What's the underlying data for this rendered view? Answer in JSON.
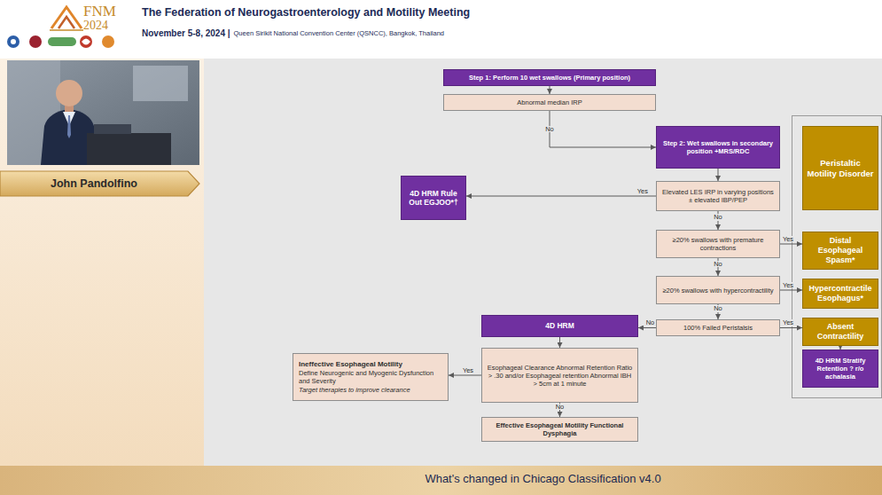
{
  "diagram": {
    "title": "The Federation of Neurogastroenterology and Motility Meeting",
    "caption": "What's changed in Chicago Classification v4.0",
    "nodes": [
      {
        "text": [
          "John Pandolfino"
        ]
      },
      {
        "text": [
          "Step 1: Perform 10 wet swallows (Primary position)"
        ]
      },
      {
        "text": [
          "Abnormal median IRP"
        ]
      },
      {
        "text": [
          "Step 2: Wet swallows in secondary position +MRS/RDC"
        ]
      },
      {
        "text": [
          "4D HRM Rule Out EGJOO*†"
        ]
      },
      {
        "text": [
          "Elevated LES IRP in varying positions ± elevated IBP/PEP"
        ]
      },
      {
        "text": [
          "≥20% swallows with premature contractions"
        ]
      },
      {
        "text": [
          "≥20% swallows with hypercontractility"
        ]
      },
      {
        "text": [
          "100% Failed Peristalsis"
        ]
      },
      {
        "text": [
          "4D HRM"
        ]
      },
      {
        "text": [
          "Esophageal Clearance Abnormal Retention Ratio > .30 and/or Esophageal retention Abnormal IBH > 5cm at 1 minute"
        ]
      },
      {
        "text": [
          "Ineffective Esophageal Motility",
          "Define Neurogenic and Myogenic Dysfunction and Severity",
          "Target therapies to improve clearance"
        ]
      },
      {
        "text": [
          "Effective Esophageal Motility Functional Dysphagia"
        ]
      },
      {
        "text": [
          "Peristaltic Motility Disorder"
        ]
      },
      {
        "text": [
          "Distal Esophageal Spasm*"
        ]
      },
      {
        "text": [
          "Hypercontractile Esophagus*"
        ]
      },
      {
        "text": [
          "Absent Contractility"
        ]
      },
      {
        "text": [
          "4D HRM Stratify Retention ? r/o achalasia"
        ]
      }
    ],
    "edges": [
      {
        "from": 1,
        "to": 2,
        "arrow": "to"
      },
      {
        "from": 2,
        "to": 3,
        "label": "No",
        "arrow": "to"
      },
      {
        "from": 3,
        "to": 5,
        "arrow": "to"
      },
      {
        "from": 5,
        "to": 4,
        "label": "Yes",
        "arrow": "to"
      },
      {
        "from": 5,
        "to": 6,
        "label": "No",
        "arrow": "to"
      },
      {
        "from": 6,
        "to": 14,
        "label": "Yes",
        "arrow": "to"
      },
      {
        "from": 6,
        "to": 7,
        "label": "No",
        "arrow": "to"
      },
      {
        "from": 7,
        "to": 15,
        "label": "Yes",
        "arrow": "to"
      },
      {
        "from": 7,
        "to": 8,
        "label": "No",
        "arrow": "to"
      },
      {
        "from": 8,
        "to": 16,
        "label": "Yes",
        "arrow": "to"
      },
      {
        "from": 8,
        "to": 9,
        "label": "No",
        "arrow": "to"
      },
      {
        "from": 9,
        "to": 10,
        "arrow": "to"
      },
      {
        "from": 10,
        "to": 11,
        "label": "Yes",
        "arrow": "to"
      },
      {
        "from": 10,
        "to": 12,
        "label": "No",
        "arrow": "to"
      },
      {
        "from": 16,
        "to": 17,
        "arrow": "to"
      }
    ],
    "labels": [
      "FNM",
      "2024",
      "November 5-8, 2024 |",
      "Queen Sirikit National Convention Center (QSNCC), Bangkok, Thailand"
    ]
  }
}
